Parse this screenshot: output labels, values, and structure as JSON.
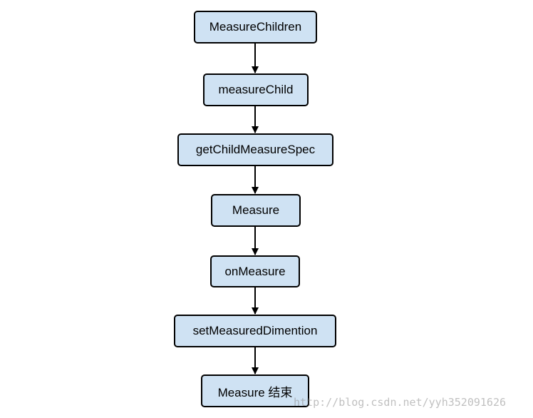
{
  "flowchart": {
    "nodes": [
      {
        "id": "measure-children",
        "label": "MeasureChildren"
      },
      {
        "id": "measure-child",
        "label": "measureChild"
      },
      {
        "id": "get-child-measure-spec",
        "label": "getChildMeasureSpec"
      },
      {
        "id": "measure",
        "label": "Measure"
      },
      {
        "id": "on-measure",
        "label": "onMeasure"
      },
      {
        "id": "set-measured-dimention",
        "label": "setMeasuredDimention"
      },
      {
        "id": "measure-end",
        "label": "Measure 结束"
      }
    ],
    "edges": [
      {
        "from": "measure-children",
        "to": "measure-child"
      },
      {
        "from": "measure-child",
        "to": "get-child-measure-spec"
      },
      {
        "from": "get-child-measure-spec",
        "to": "measure"
      },
      {
        "from": "measure",
        "to": "on-measure"
      },
      {
        "from": "on-measure",
        "to": "set-measured-dimention"
      },
      {
        "from": "set-measured-dimention",
        "to": "measure-end"
      }
    ]
  },
  "colors": {
    "node_fill": "#cfe2f3",
    "node_border": "#000000",
    "arrow": "#000000"
  },
  "watermark": {
    "text": "http://blog.csdn.net/yyh352091626"
  }
}
